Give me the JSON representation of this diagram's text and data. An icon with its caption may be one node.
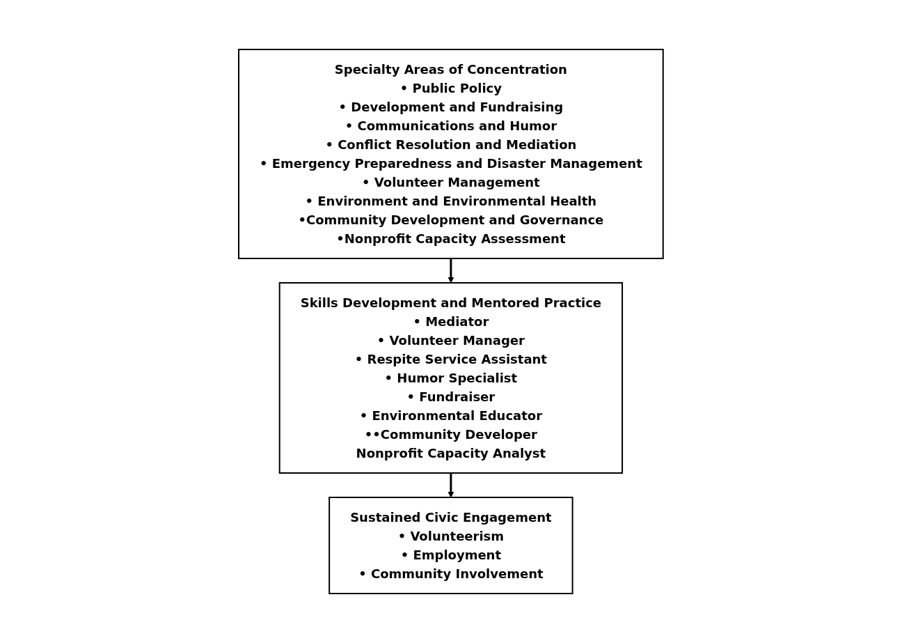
{
  "diagram": {
    "nodes": [
      {
        "text": [
          "Specialty Areas of Concentration",
          "• Public Policy",
          "• Development and Fundraising",
          "• Communications and Humor",
          "• Conflict Resolution and Mediation",
          "• Emergency Preparedness and Disaster Management",
          "• Volunteer Management",
          "• Environment and Environmental Health",
          "•Community Development and Governance",
          "•Nonprofit Capacity Assessment"
        ]
      },
      {
        "text": [
          "Skills Development and Mentored Practice",
          "• Mediator",
          "• Volunteer Manager",
          "• Respite Service Assistant",
          "• Humor Specialist",
          "• Fundraiser",
          "• Environmental Educator",
          "••Community Developer",
          "Nonprofit Capacity Analyst"
        ]
      },
      {
        "text": [
          "Sustained Civic Engagement",
          "• Volunteerism",
          "• Employment",
          "• Community Involvement"
        ]
      }
    ],
    "edges": [
      {
        "from": 0,
        "to": 1,
        "arrow": "to"
      },
      {
        "from": 1,
        "to": 2,
        "arrow": "to"
      }
    ]
  }
}
